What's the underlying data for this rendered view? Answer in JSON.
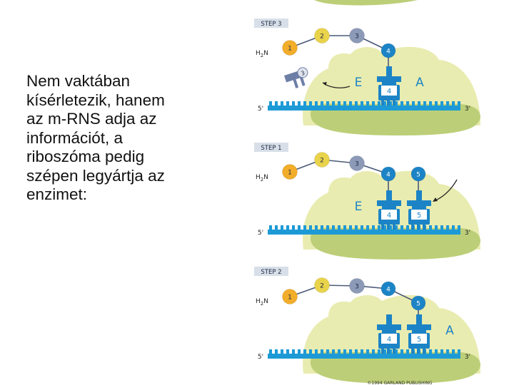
{
  "text_lines": [
    "Nem vaktában",
    "kísérletezik, hanem",
    "az m-RNS adja az",
    "információt, a",
    "riboszóma pedig",
    "szépen legyártja az",
    "enzimet:"
  ],
  "colors": {
    "ribosome_large": "#e9ecb0",
    "ribosome_small": "#bccf78",
    "mrna": "#1d9ad6",
    "trna": "#1c84c6",
    "aa_1": "#f2ad2a",
    "aa_other": "#e9d34a",
    "aa_chain": "#8c9ab8",
    "trna_loose": "#6d7fa6"
  },
  "panels": [
    {
      "step_label": "STEP 3",
      "terminus": "H2N",
      "chain": [
        "1",
        "2",
        "3",
        "4"
      ],
      "site_labels": [
        "E",
        "A"
      ],
      "trna_labels": [
        "4"
      ],
      "loose_trna_label": "3",
      "mrna_5": "5'",
      "mrna_3": "3'"
    },
    {
      "step_label": "STEP 1",
      "terminus": "H2N",
      "chain": [
        "1",
        "2",
        "3",
        "4",
        "5"
      ],
      "site_labels": [
        "E"
      ],
      "trna_labels": [
        "4",
        "5"
      ],
      "mrna_5": "5'",
      "mrna_3": "3'"
    },
    {
      "step_label": "STEP 2",
      "terminus": "H2N",
      "chain": [
        "1",
        "2",
        "3",
        "4",
        "5"
      ],
      "site_labels": [
        "A"
      ],
      "trna_labels": [
        "4",
        "5"
      ],
      "mrna_5": "5'",
      "mrna_3": "3'",
      "copyright": "©1994 GARLAND PUBLISHING"
    }
  ]
}
